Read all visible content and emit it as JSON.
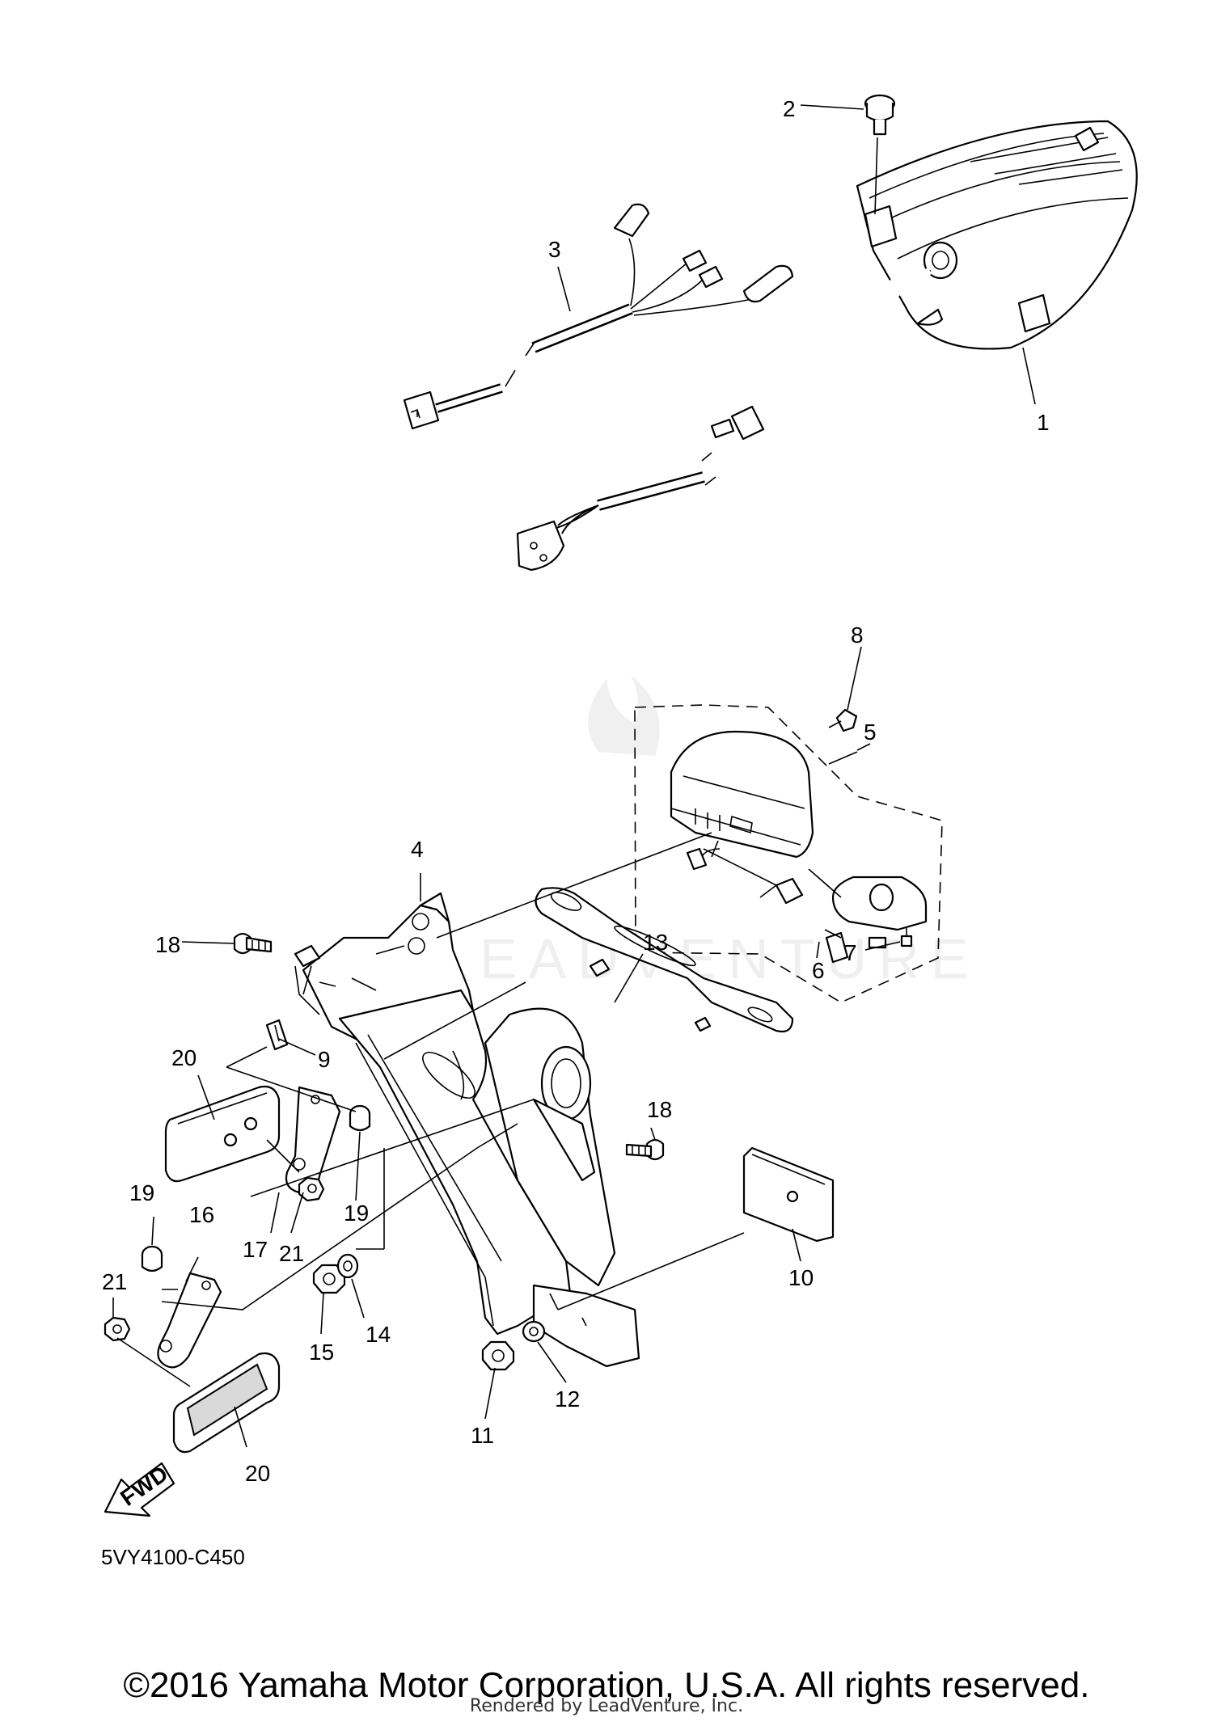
{
  "callouts": [
    {
      "id": "1",
      "label": "1"
    },
    {
      "id": "2",
      "label": "2"
    },
    {
      "id": "3",
      "label": "3"
    },
    {
      "id": "4",
      "label": "4"
    },
    {
      "id": "5",
      "label": "5"
    },
    {
      "id": "6",
      "label": "6"
    },
    {
      "id": "7",
      "label": "7"
    },
    {
      "id": "8",
      "label": "8"
    },
    {
      "id": "9",
      "label": "9"
    },
    {
      "id": "10",
      "label": "10"
    },
    {
      "id": "11",
      "label": "11"
    },
    {
      "id": "12",
      "label": "12"
    },
    {
      "id": "13",
      "label": "13"
    },
    {
      "id": "14",
      "label": "14"
    },
    {
      "id": "15",
      "label": "15"
    },
    {
      "id": "16",
      "label": "16"
    },
    {
      "id": "17",
      "label": "17"
    },
    {
      "id": "18a",
      "label": "18"
    },
    {
      "id": "18b",
      "label": "18"
    },
    {
      "id": "19a",
      "label": "19"
    },
    {
      "id": "19b",
      "label": "19"
    },
    {
      "id": "20a",
      "label": "20"
    },
    {
      "id": "20b",
      "label": "20"
    },
    {
      "id": "21a",
      "label": "21"
    },
    {
      "id": "21b",
      "label": "21"
    }
  ],
  "fwd_label": "FWD",
  "diagram_code": "5VY4100-C450",
  "watermark": "LEADVENTURE",
  "copyright": "©2016 Yamaha Motor Corporation, U.S.A. All rights reserved.",
  "rendered_by": "Rendered by LeadVenture, Inc."
}
